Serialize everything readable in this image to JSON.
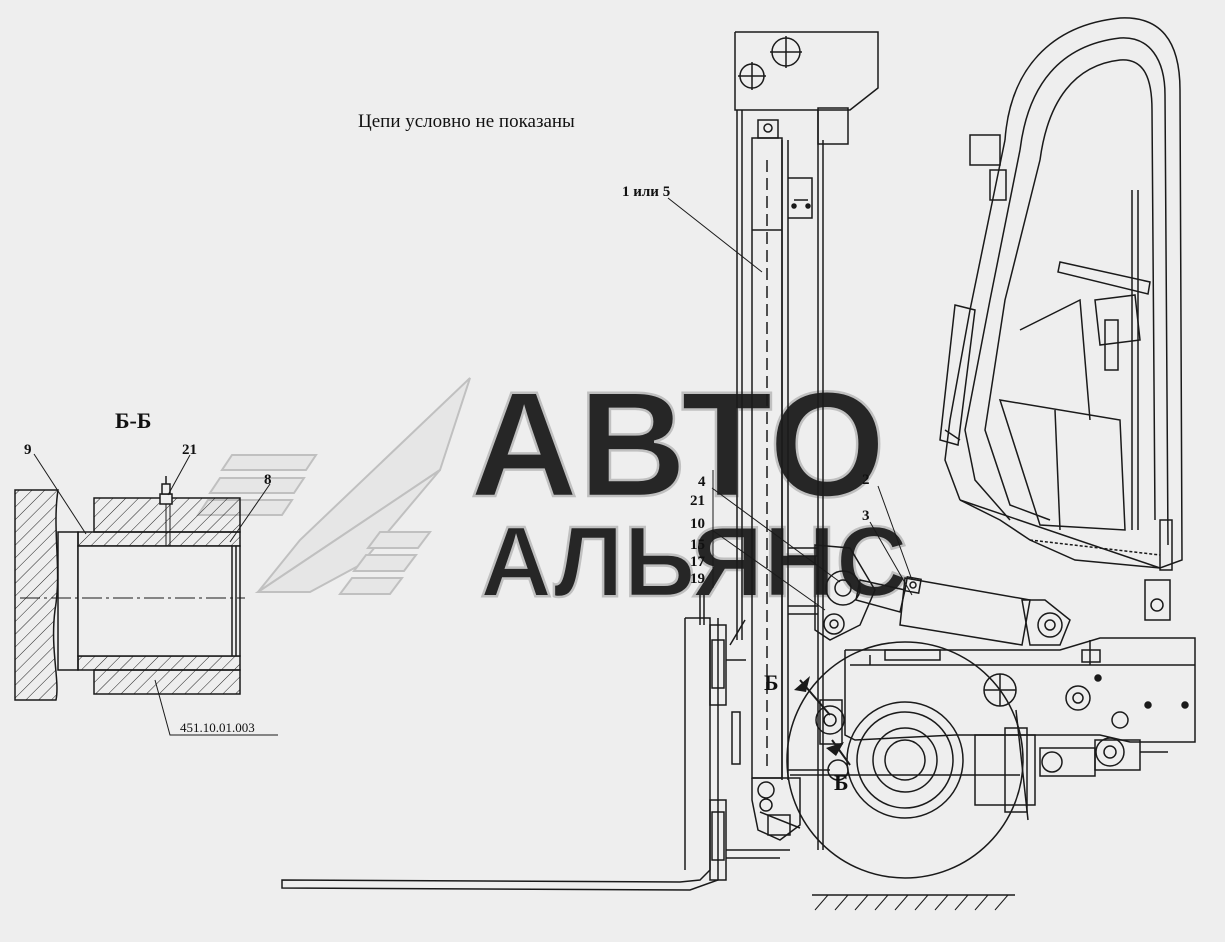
{
  "drawing": {
    "note": "Цепи условно не показаны",
    "section_title": "Б-Б",
    "part_number": "451.10.01.003",
    "section_marks": [
      "Б",
      "Б"
    ],
    "callouts": {
      "c1": "1 или 5",
      "c2": "2",
      "c3": "3",
      "c4": "4",
      "c21": "21",
      "c10": "10",
      "c15": "15",
      "c17": "17",
      "c19": "19",
      "c9": "9",
      "c21b": "21",
      "c8": "8"
    }
  },
  "watermark": {
    "line1": "АВТО",
    "line2": "АЛЬЯНС"
  },
  "colors": {
    "background": "#eeeeee",
    "line": "#1a1a1a",
    "watermark_fill": "#e6e6e6",
    "watermark_stroke": "#bcbcbc"
  }
}
